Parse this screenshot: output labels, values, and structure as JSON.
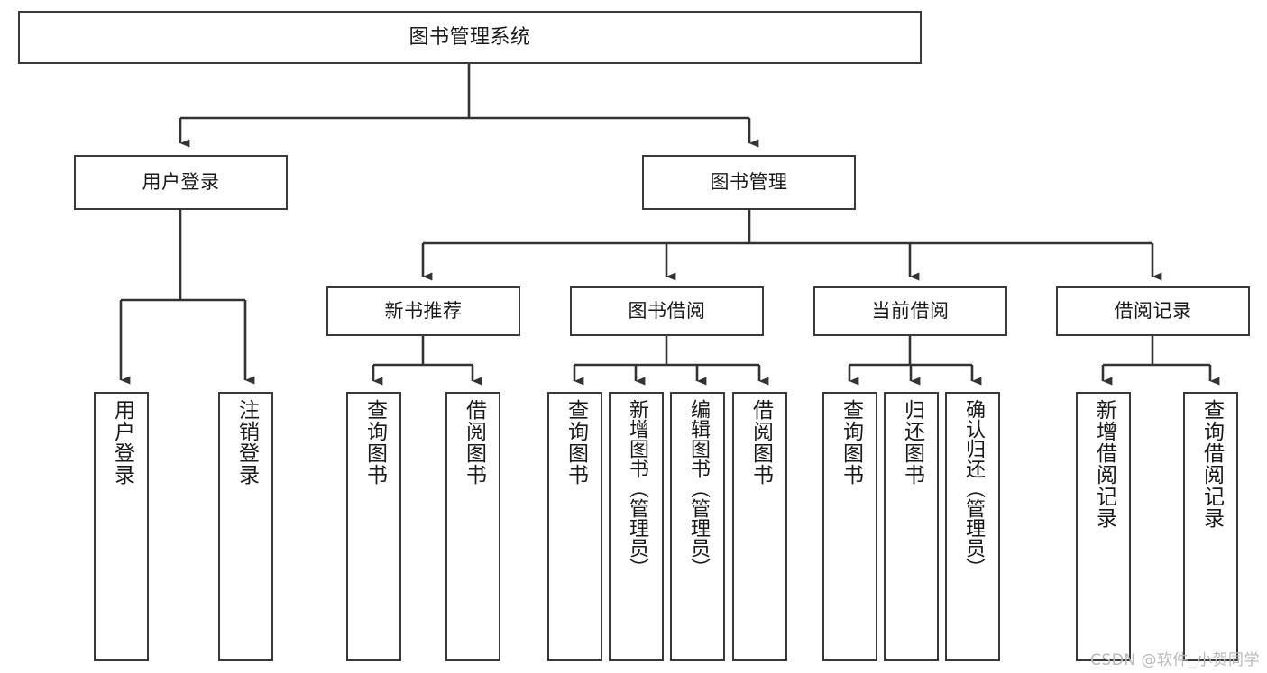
{
  "diagram": {
    "title": "图书管理系统",
    "type": "tree",
    "colors": {
      "box_border": "#3a3a3a",
      "box_fill": "#ffffff",
      "connector": "#333333",
      "text": "#1a1a1a",
      "watermark": "#b9b9b9",
      "background": "#ffffff"
    },
    "nodes": {
      "root": {
        "label": "图书管理系统"
      },
      "level1": [
        {
          "id": "user-login",
          "label": "用户登录"
        },
        {
          "id": "book-manage",
          "label": "图书管理"
        }
      ],
      "level2": [
        {
          "id": "new-book-recommend",
          "label": "新书推荐"
        },
        {
          "id": "book-borrow",
          "label": "图书借阅"
        },
        {
          "id": "current-borrow",
          "label": "当前借阅"
        },
        {
          "id": "borrow-record",
          "label": "借阅记录"
        }
      ],
      "leaves": {
        "user-login": [
          {
            "id": "login",
            "label": "用户登录"
          },
          {
            "id": "logout",
            "label": "注销登录"
          }
        ],
        "new-book-recommend": [
          {
            "id": "query-book-1",
            "label": "查询图书"
          },
          {
            "id": "borrow-book-1",
            "label": "借阅图书"
          }
        ],
        "book-borrow": [
          {
            "id": "query-book-2",
            "label": "查询图书"
          },
          {
            "id": "add-book",
            "label": "新增图书（管理员）"
          },
          {
            "id": "edit-book",
            "label": "编辑图书（管理员）"
          },
          {
            "id": "borrow-book-2",
            "label": "借阅图书"
          }
        ],
        "current-borrow": [
          {
            "id": "query-book-3",
            "label": "查询图书"
          },
          {
            "id": "return-book",
            "label": "归还图书"
          },
          {
            "id": "confirm-return",
            "label": "确认归还（管理员）"
          }
        ],
        "borrow-record": [
          {
            "id": "add-borrow-record",
            "label": "新增借阅记录"
          },
          {
            "id": "query-borrow-record",
            "label": "查询借阅记录"
          }
        ]
      }
    },
    "watermark": "CSDN @软件_小贺同学"
  }
}
